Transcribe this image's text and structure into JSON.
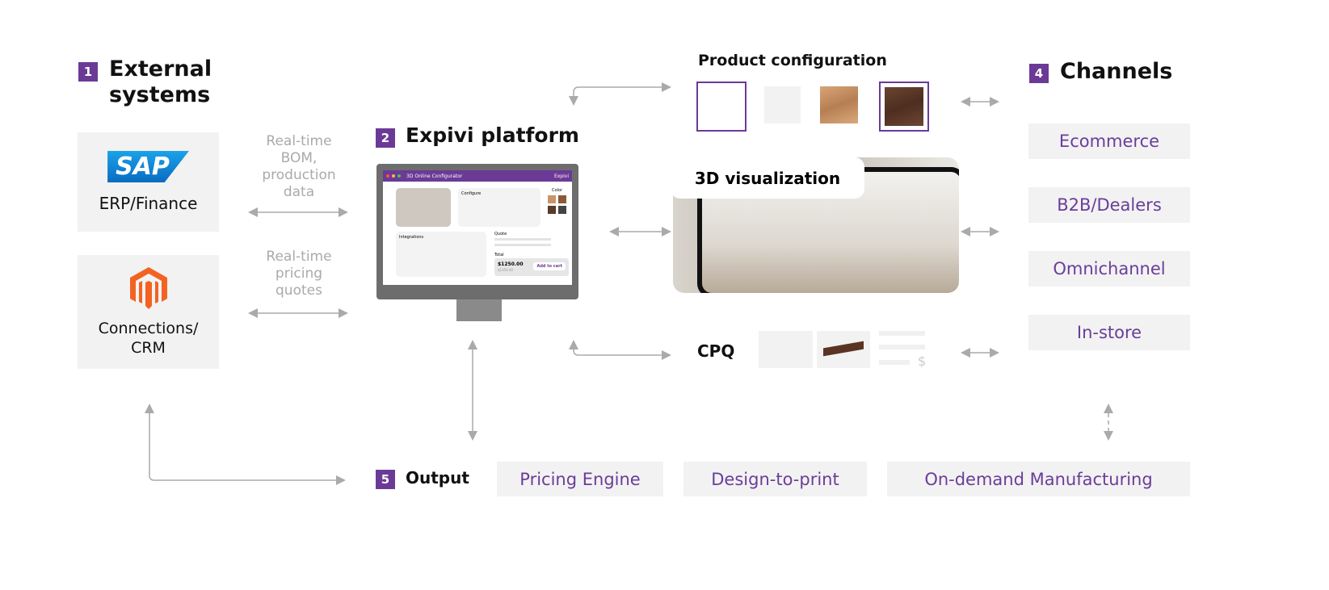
{
  "sections": {
    "external": {
      "number": "1",
      "title_line1": "External",
      "title_line2": "systems"
    },
    "platform": {
      "number": "2",
      "title": "Expivi platform"
    },
    "channels": {
      "number": "4",
      "title": "Channels"
    },
    "output": {
      "number": "5",
      "title": "Output"
    }
  },
  "external_systems": [
    {
      "logo": "SAP",
      "label": "ERP/Finance"
    },
    {
      "logo": "magento-icon",
      "label_line1": "Connections/",
      "label_line2": "CRM"
    }
  ],
  "flows": {
    "bom": [
      "Real-time",
      "BOM,",
      "production",
      "data"
    ],
    "pricing": [
      "Real-time",
      "pricing",
      "quotes"
    ]
  },
  "monitor": {
    "app_title": "3D Online Configurator",
    "brand": "Expivi",
    "configure": "Configure",
    "color": "Color",
    "integrations": "Integrations",
    "quote": "Quote",
    "total": "Total",
    "price": "$1250.00",
    "old_price": "$1350.00",
    "add_to_cart": "Add to cart"
  },
  "product_configuration": {
    "title": "Product configuration"
  },
  "visualization": {
    "title": "3D visualization"
  },
  "cpq": {
    "title": "CPQ",
    "currency": "$"
  },
  "channel_items": [
    "Ecommerce",
    "B2B/Dealers",
    "Omnichannel",
    "In-store"
  ],
  "output_items": [
    "Pricing Engine",
    "Design-to-print",
    "On-demand Manufacturing"
  ],
  "colors": {
    "accent": "#6b3a96",
    "box": "#f2f2f2",
    "arrow": "#aaaaaa"
  }
}
